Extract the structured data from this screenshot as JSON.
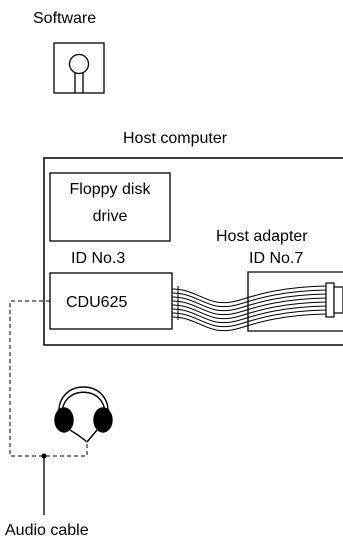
{
  "labels": {
    "software": "Software",
    "host_computer": "Host computer",
    "floppy_line1": "Floppy disk",
    "floppy_line2": "drive",
    "host_adapter": "Host adapter",
    "id_cdu": "ID No.3",
    "id_adapter": "ID No.7",
    "cdu": "CDU625",
    "audio_cable": "Audio cable"
  },
  "icons": {
    "software": "floppy-disk-icon",
    "headphones": "headphones-icon"
  },
  "colors": {
    "line": "#000000",
    "background": "#ffffff"
  }
}
